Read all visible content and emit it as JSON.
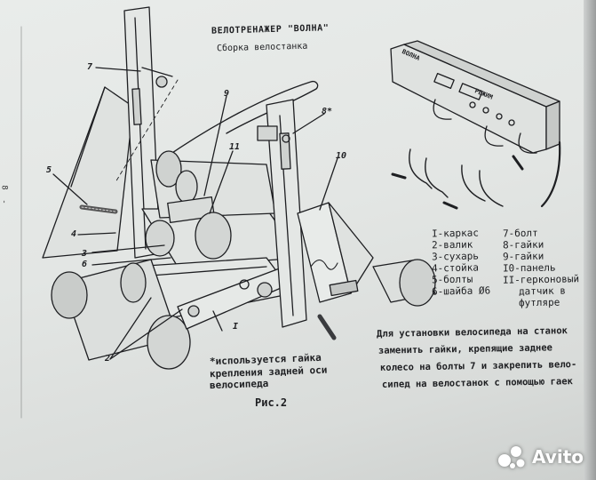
{
  "document": {
    "title": "ВЕЛОТРЕНАЖЕР \"ВОЛНА\"",
    "subtitle": "Сборка велостанка",
    "figure_caption": "Рис.2",
    "footnote": [
      "*используется гайка",
      "крепления задней оси",
      "велосипеда"
    ],
    "legend": [
      "I-каркас",
      "2-валик",
      "3-сухарь",
      "4-стойка",
      "5-болты",
      "6-шайба Ø6",
      "7-болт",
      "8-гайки",
      "9-гайки",
      "I0-панель",
      "II-герконовый",
      "датчик в",
      "футляре"
    ],
    "instructions": [
      "Для установки велосипеда на станок",
      "заменить гайки, крепящие заднее",
      "колесо на болты 7 и закрепить вело-",
      "сипед на велостанок с помощью гаек"
    ],
    "callouts": {
      "n1": "I",
      "n2": "2",
      "n3": "3",
      "n4": "4",
      "n5": "5",
      "n6": "6",
      "n7": "7",
      "n8": "8*",
      "n9": "9",
      "n10": "10",
      "n11": "11"
    },
    "panel": {
      "brand": "ВОЛНА",
      "mode": "РЕЖИМ"
    },
    "side_marks": [
      "8",
      "-"
    ]
  },
  "watermark": {
    "text": "Avito"
  },
  "colors": {
    "ink": "#1e1f22",
    "paper": "#e6e9e7",
    "background": "#4a4b4d"
  }
}
